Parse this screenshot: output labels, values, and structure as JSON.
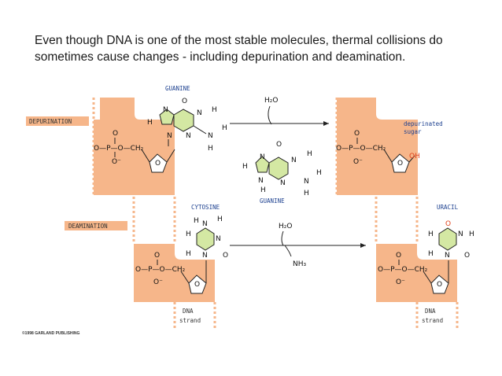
{
  "caption": {
    "line1": "Even though DNA is one of the most stable molecules, thermal collisions do",
    "line2": "sometimes cause changes - including depurination and deamination."
  },
  "labels": {
    "depurination": "DEPURINATION",
    "deamination": "DEAMINATION",
    "guanine_top": "GUANINE",
    "guanine_released": "GUANINE",
    "cytosine": "CYTOSINE",
    "uracil": "URACIL",
    "depurinated_sugar_1": "depurinated",
    "depurinated_sugar_2": "sugar",
    "water_top": "H₂O",
    "water_bottom": "H₂O",
    "ammonia": "NH₃",
    "dna_strand_left_1": "DNA",
    "dna_strand_left_2": "strand",
    "dna_strand_right_1": "DNA",
    "dna_strand_right_2": "strand",
    "copyright": "©1998 GARLAND PUBLISHING"
  },
  "chem": {
    "O": "O",
    "P": "P",
    "N": "N",
    "H": "H",
    "OH": "OH",
    "CH2": "CH₂",
    "Ominus": "O⁻",
    "O_neg_P": "O—P—O—CH₂",
    "neg": "O⁻"
  },
  "colors": {
    "strand_fill": "#f6b68a",
    "base_fill": "#d4e8a3",
    "label_blue": "#1b3f8f",
    "highlight_red": "#e0401a"
  }
}
